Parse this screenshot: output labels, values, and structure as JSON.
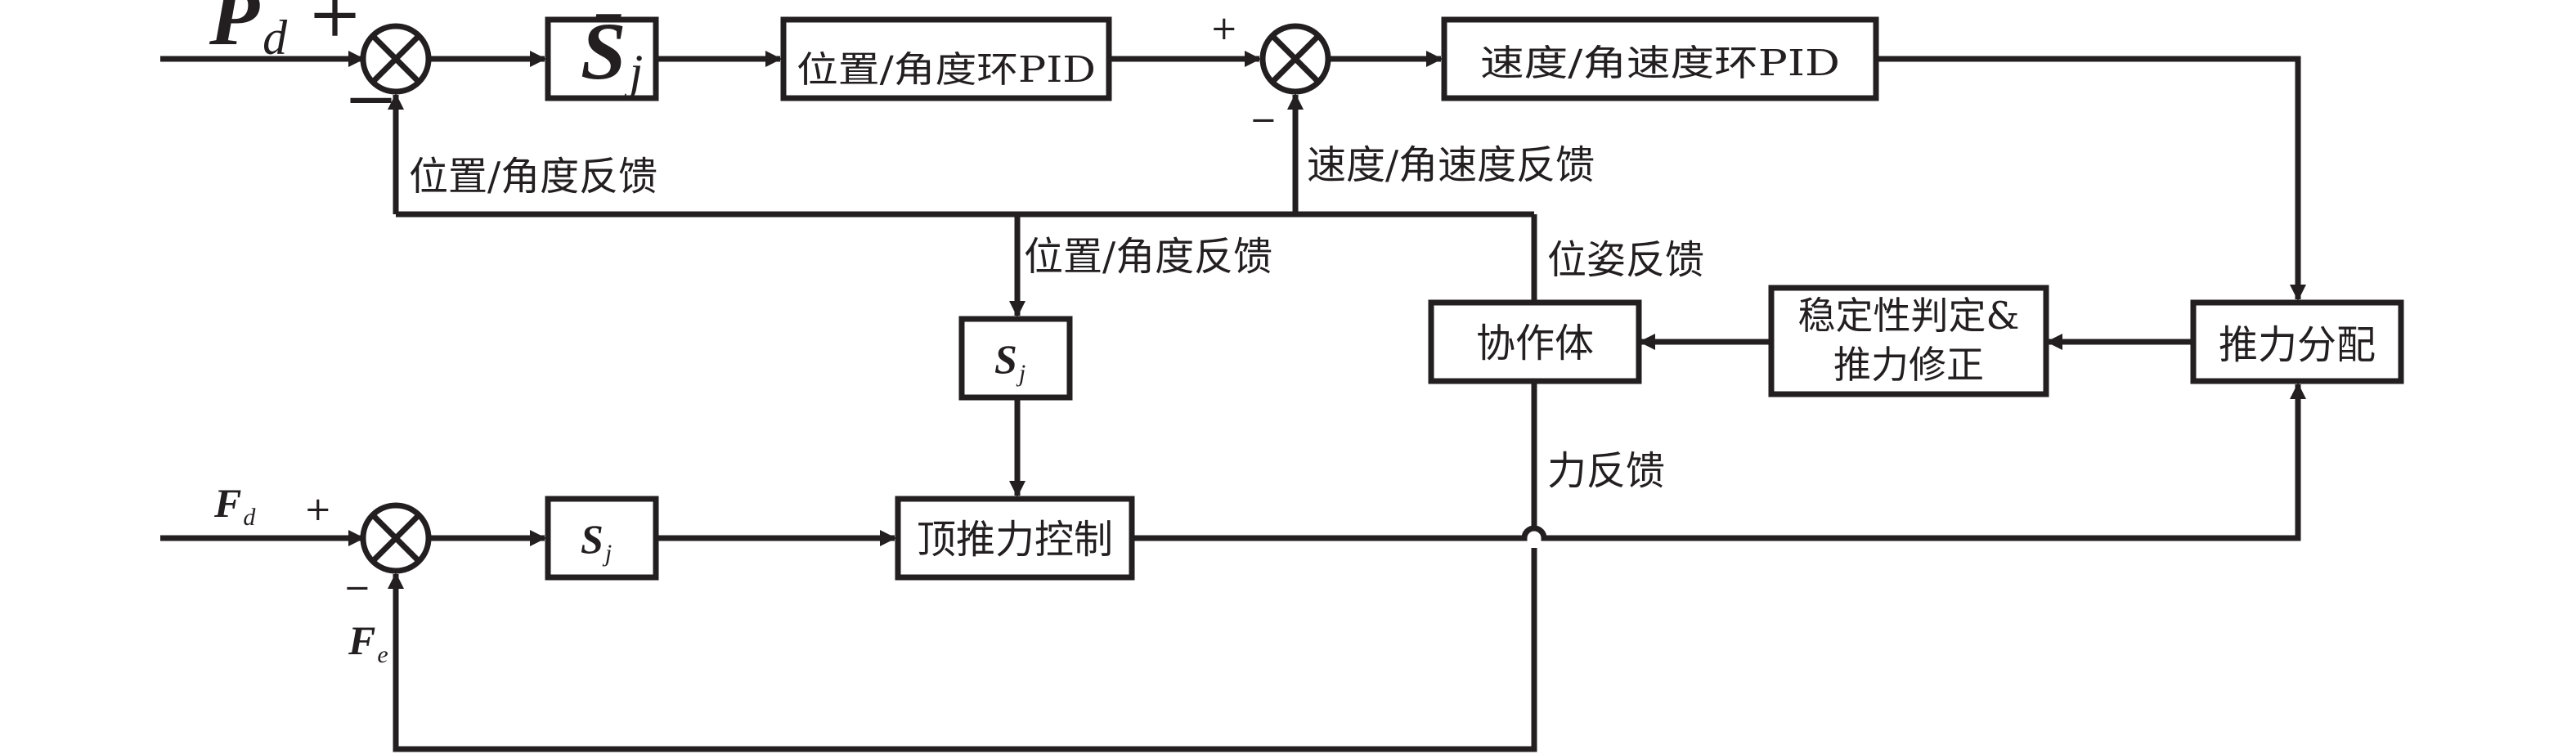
{
  "blocks": {
    "sbar_top": "S̄",
    "sbar_top_sub": "j",
    "pos_pid": "位置/角度环PID",
    "vel_pid": "速度/角速度环PID",
    "thrust_alloc": "推力分配",
    "stability_line1": "稳定性判定&",
    "stability_line2": "推力修正",
    "cooperative_body": "协作体",
    "s_mid": "S",
    "s_mid_sub": "j",
    "s_bottom": "S",
    "s_bottom_sub": "j",
    "top_thrust_control": "顶推力控制"
  },
  "signals": {
    "pd": "P",
    "pd_sub": "d",
    "fd": "F",
    "fd_sub": "d",
    "fe": "F",
    "fe_sub": "e"
  },
  "feedback_labels": {
    "pos_feedback_top": "位置/角度反馈",
    "vel_feedback": "速度/角速度反馈",
    "pos_feedback_mid": "位置/角度反馈",
    "pose_feedback": "位姿反馈",
    "force_feedback": "力反馈"
  },
  "signs": {
    "plus": "+",
    "minus": "−"
  },
  "colors": {
    "ink": "#231f20",
    "background": "#ffffff"
  }
}
